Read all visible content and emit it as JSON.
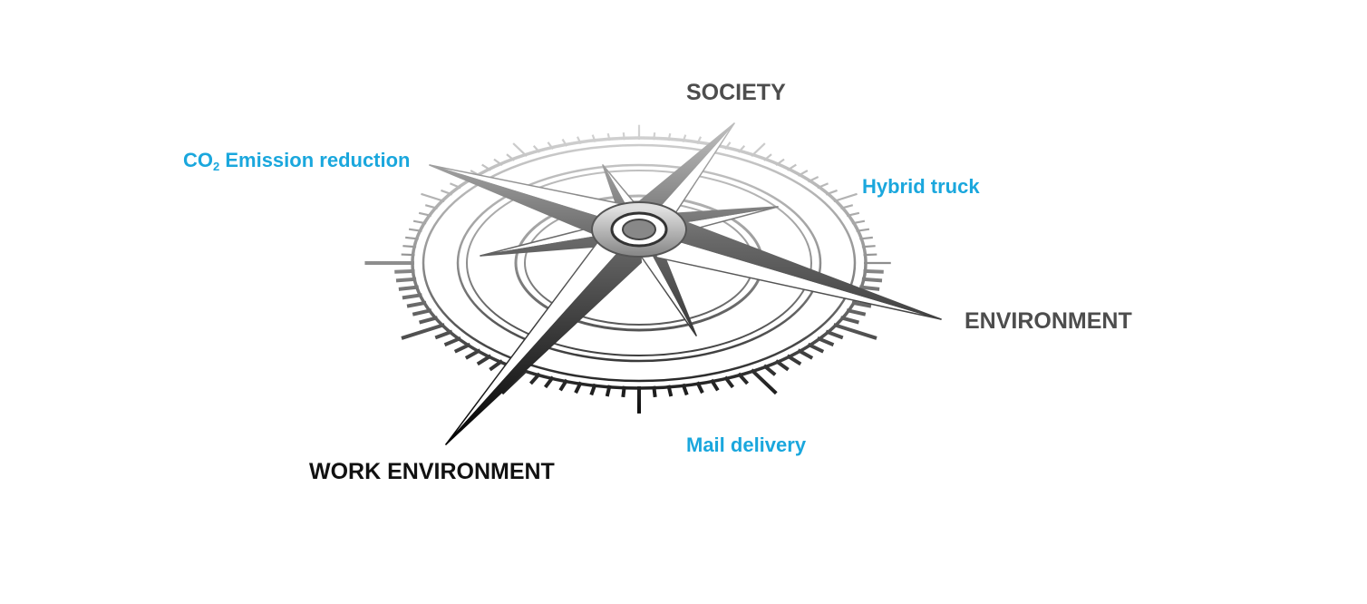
{
  "labels": {
    "society": "SOCIETY",
    "environment": "ENVIRONMENT",
    "work_environment": "WORK ENVIRONMENT",
    "co2_prefix": "CO",
    "co2_subscript": "2",
    "co2_suffix": " Emission reduction",
    "hybrid_truck": "Hybrid truck",
    "mail_delivery": "Mail delivery"
  },
  "colors": {
    "main_label": "#4d4d4d",
    "work_label": "#111111",
    "accent": "#1aa7dd",
    "compass_light": "#c8c8c8",
    "compass_dark": "#111111"
  },
  "icons": {
    "compass": "compass-rose-icon"
  }
}
